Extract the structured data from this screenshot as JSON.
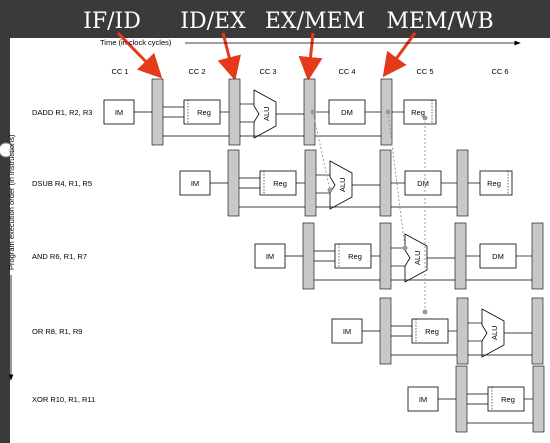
{
  "header_labels": [
    "IF/ID",
    "ID/EX",
    "EX/MEM",
    "MEM/WB"
  ],
  "time_axis_label": "Time (in clock cycles)",
  "program_axis_label": "Program execution order (in instructions)",
  "clock_cycles": [
    "CC 1",
    "CC 2",
    "CC 3",
    "CC 4",
    "CC 5",
    "CC 6"
  ],
  "instructions": [
    "DADD R1, R2, R3",
    "DSUB R4, R1, R5",
    "AND R6, R1, R7",
    "OR R8, R1, R9",
    "XOR R10, R1, R11"
  ],
  "stage_labels": {
    "im": "IM",
    "reg": "Reg",
    "alu": "ALU",
    "dm": "DM"
  },
  "colors": {
    "background": "#3a3a3a",
    "arrow": "#e5391a",
    "header_text": "#ffffff",
    "diagram_bg": "#ffffff",
    "pipeline_register": "#c8c8c8",
    "forwarding_path": "#999999"
  }
}
